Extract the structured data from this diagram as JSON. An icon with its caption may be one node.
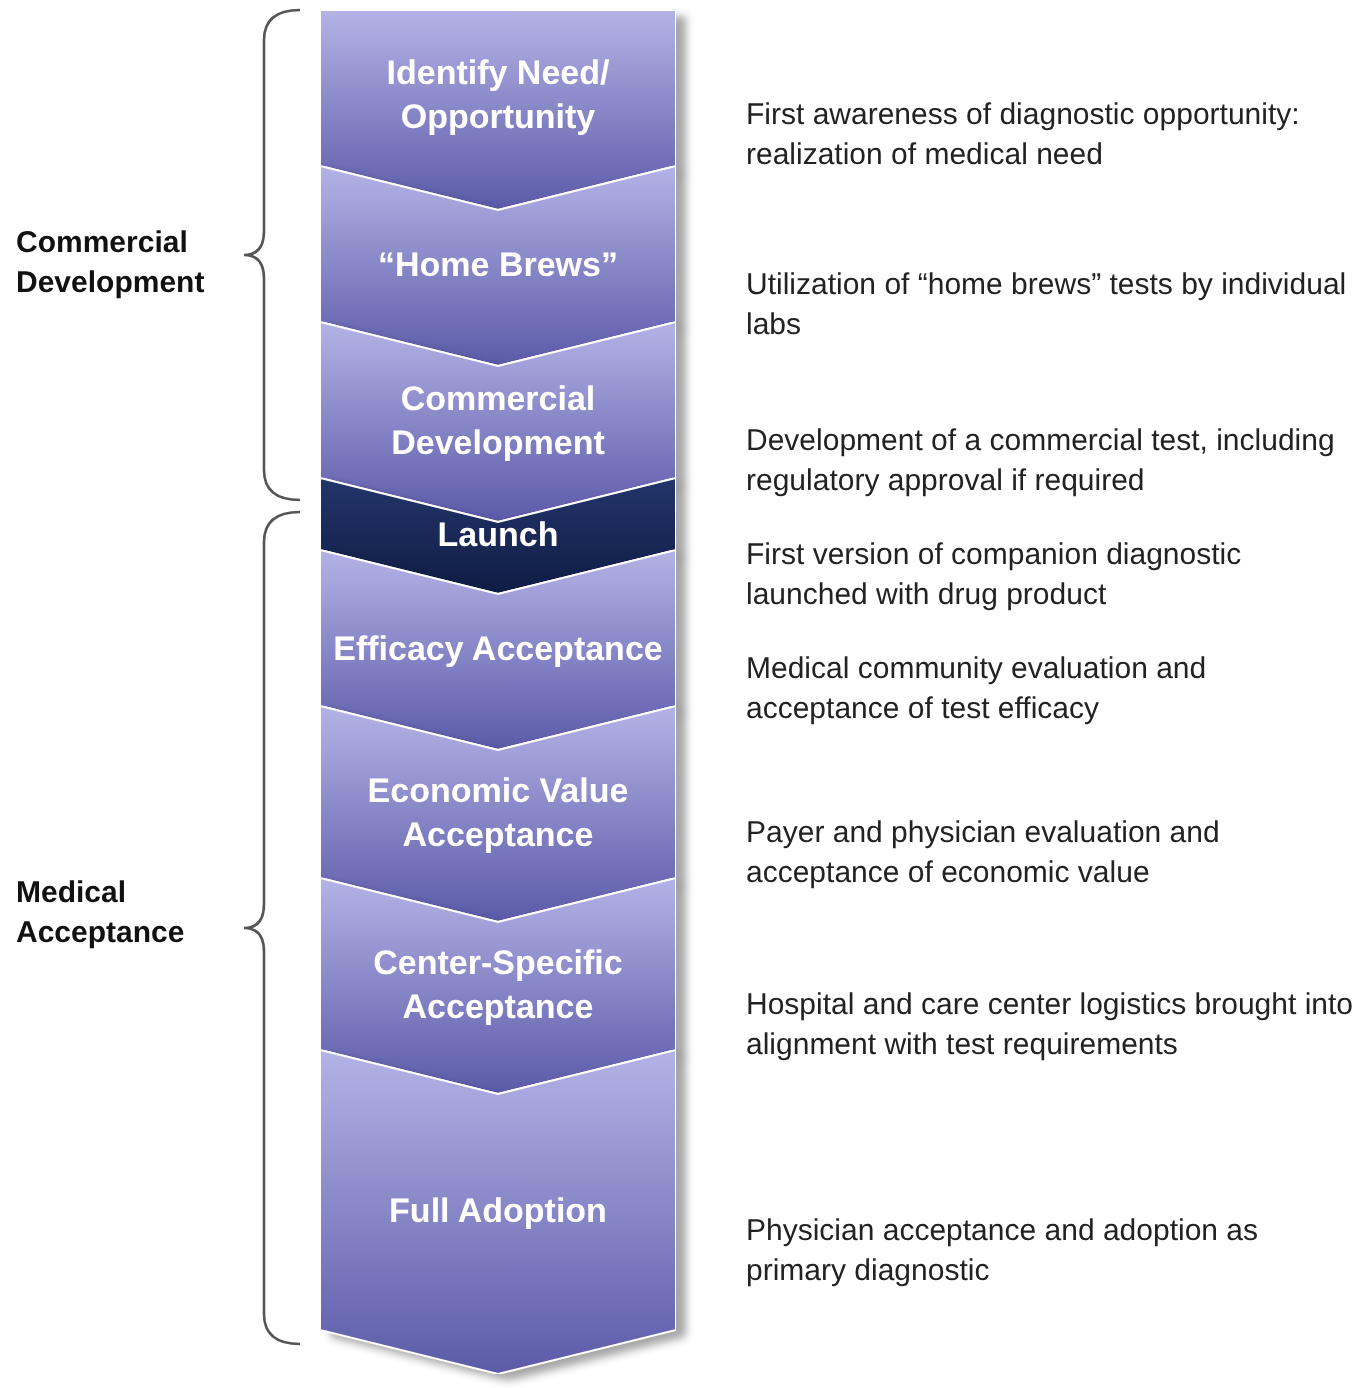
{
  "diagram": {
    "nodes": [
      {
        "text": [
          "Identify Need/ Opportunity"
        ],
        "beside": [
          "First awareness of diagnostic opportunity: realization of medical need"
        ]
      },
      {
        "text": [
          "“Home Brews”"
        ],
        "beside": [
          "Utilization of “home brews” tests by individual labs"
        ]
      },
      {
        "text": [
          "Commercial Development"
        ],
        "beside": [
          "Development of a commercial test, including regulatory approval if required"
        ]
      },
      {
        "text": [
          "Launch"
        ],
        "beside": [
          "First version of companion diagnostic launched with drug product"
        ]
      },
      {
        "text": [
          "Efficacy Acceptance"
        ],
        "beside": [
          "Medical community evaluation and acceptance of test efficacy"
        ]
      },
      {
        "text": [
          "Economic Value Acceptance"
        ],
        "beside": [
          "Payer and physician evaluation and acceptance of economic value"
        ]
      },
      {
        "text": [
          "Center-Specific Acceptance"
        ],
        "beside": [
          "Hospital and care center logistics brought into alignment with test requirements"
        ]
      },
      {
        "text": [
          "Full Adoption"
        ],
        "beside": [
          "Physician acceptance and adoption as primary diagnostic"
        ]
      }
    ],
    "labels": [
      "Commercial Development",
      "Medical Acceptance"
    ]
  }
}
